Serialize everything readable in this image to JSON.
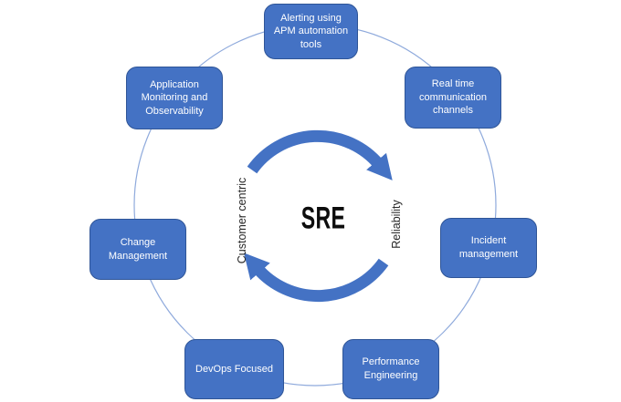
{
  "diagram": {
    "center": {
      "label": "SRE",
      "left_axis_label": "Customer centric",
      "right_axis_label": "Reliability"
    },
    "nodes": [
      {
        "id": "alerting-apm",
        "position": "top",
        "label": "Alerting using APM automation tools"
      },
      {
        "id": "real-time-communication",
        "position": "top-right",
        "label": "Real time communication channels"
      },
      {
        "id": "incident-management",
        "position": "right",
        "label": "Incident management"
      },
      {
        "id": "performance-engineering",
        "position": "bottom-right",
        "label": "Performance Engineering"
      },
      {
        "id": "devops-focused",
        "position": "bottom-left",
        "label": "DevOps Focused"
      },
      {
        "id": "change-management",
        "position": "left",
        "label": "Change Management"
      },
      {
        "id": "application-monitoring",
        "position": "top-left",
        "label": "Application Monitoring and Observability"
      }
    ],
    "colors": {
      "node_fill": "#4472C4",
      "node_border": "#2f5597",
      "node_text": "#ffffff",
      "circle_stroke": "#8faadc",
      "arrow": "#4472C4",
      "center_text": "#0d0d0d"
    }
  }
}
